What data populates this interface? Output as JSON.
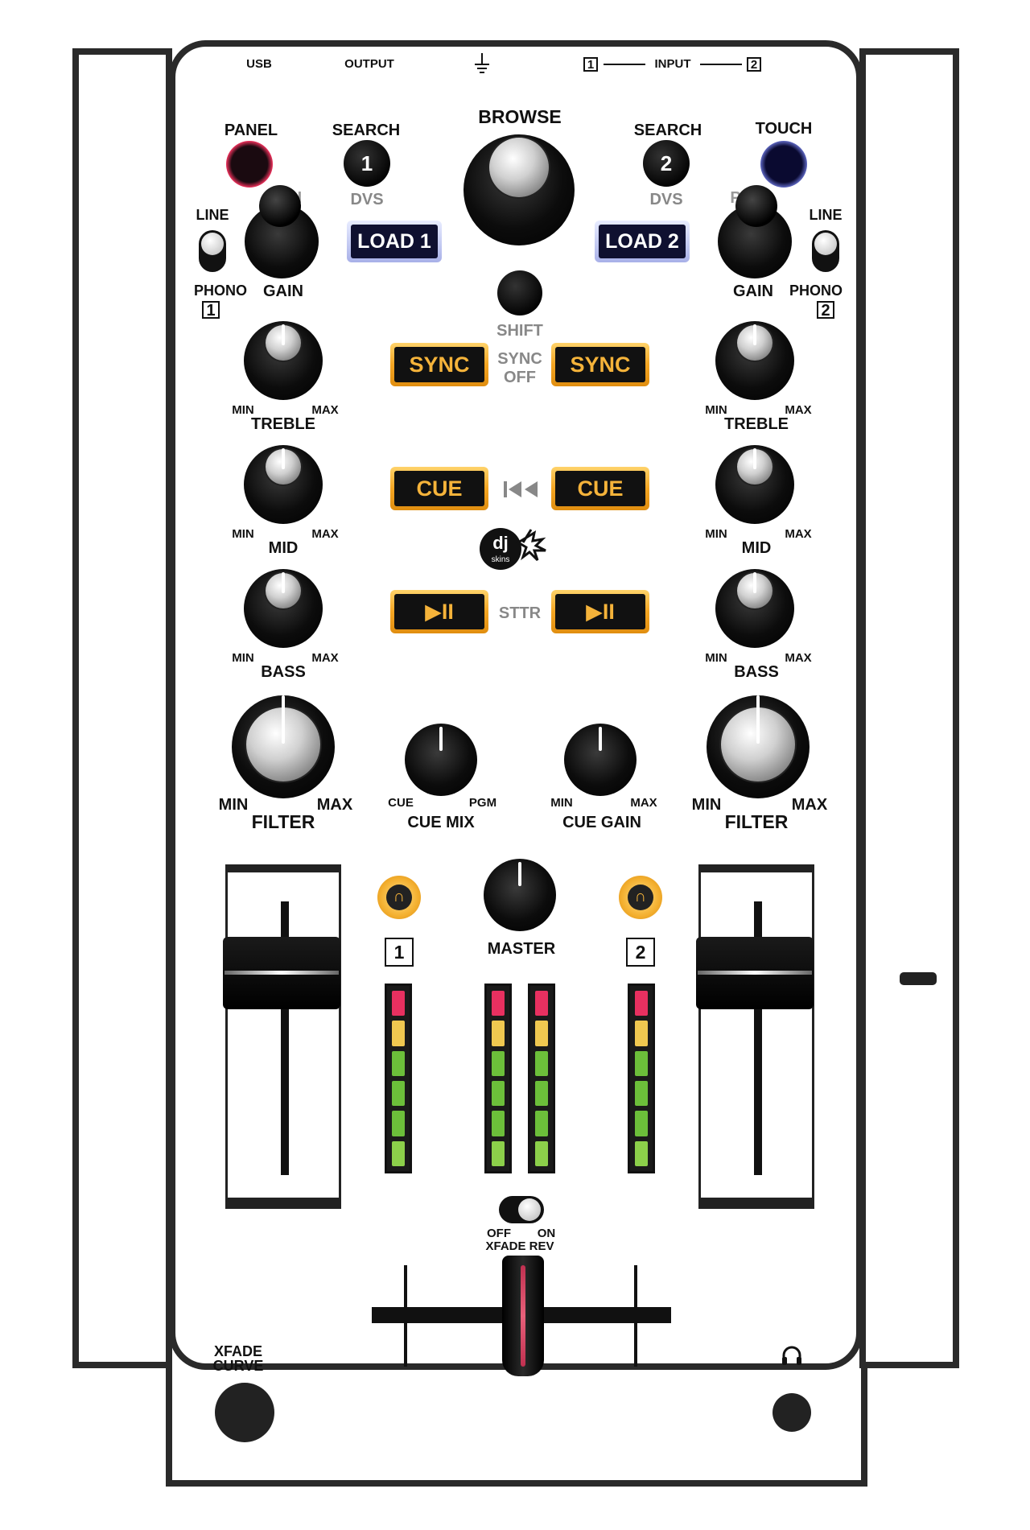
{
  "top_labels": {
    "usb": "USB",
    "output": "OUTPUT",
    "ground_icon": "ground-icon",
    "input": "INPUT",
    "input_num_1": "1",
    "input_num_2": "2"
  },
  "left": {
    "panel": "PANEL",
    "search": "SEARCH",
    "search_num": "1",
    "dvs": "DVS",
    "load": "LOAD 1",
    "line": "LINE",
    "phono": "PHONO",
    "channel_num": "1",
    "gain": "GAIN",
    "treble": "TREBLE",
    "mid": "MID",
    "bass": "BASS",
    "filter": "FILTER",
    "min": "MIN",
    "max": "MAX",
    "gain_behind_text": "H"
  },
  "right": {
    "touch": "TOUCH",
    "search": "SEARCH",
    "search_num": "2",
    "dvs": "DVS",
    "load": "LOAD 2",
    "line": "LINE",
    "phono": "PHONO",
    "channel_num": "2",
    "gain": "GAIN",
    "treble": "TREBLE",
    "mid": "MID",
    "bass": "BASS",
    "filter": "FILTER",
    "min": "MIN",
    "max": "MAX",
    "gain_behind_text": "P"
  },
  "center": {
    "browse": "BROWSE",
    "shift": "SHIFT",
    "sync_left": "SYNC",
    "sync_right": "SYNC",
    "sync_off_1": "SYNC",
    "sync_off_2": "OFF",
    "cue_left": "CUE",
    "cue_right": "CUE",
    "back_icon": "skip-back-icon",
    "play_left": "▶II",
    "play_right": "▶II",
    "sttr": "STTR",
    "logo_text": "dj skins"
  },
  "lower": {
    "cue_mix": "CUE MIX",
    "cue": "CUE",
    "pgm": "PGM",
    "cue_gain": "CUE GAIN",
    "min": "MIN",
    "max": "MAX",
    "master": "MASTER",
    "ch1": "1",
    "ch2": "2"
  },
  "xfade": {
    "off": "OFF",
    "on": "ON",
    "rev": "XFADE REV",
    "curve_1": "XFADE",
    "curve_2": "CURVE",
    "headphone_icon": "headphone-icon"
  },
  "colors": {
    "accent_orange": "#f5a623",
    "load_blue": "#a8b0e8",
    "panel_ring": "#e8305a",
    "touch_ring": "#6670d0",
    "meter_red": "#e83060",
    "meter_yellow": "#f0c850",
    "meter_green": "#6cbf3a"
  }
}
